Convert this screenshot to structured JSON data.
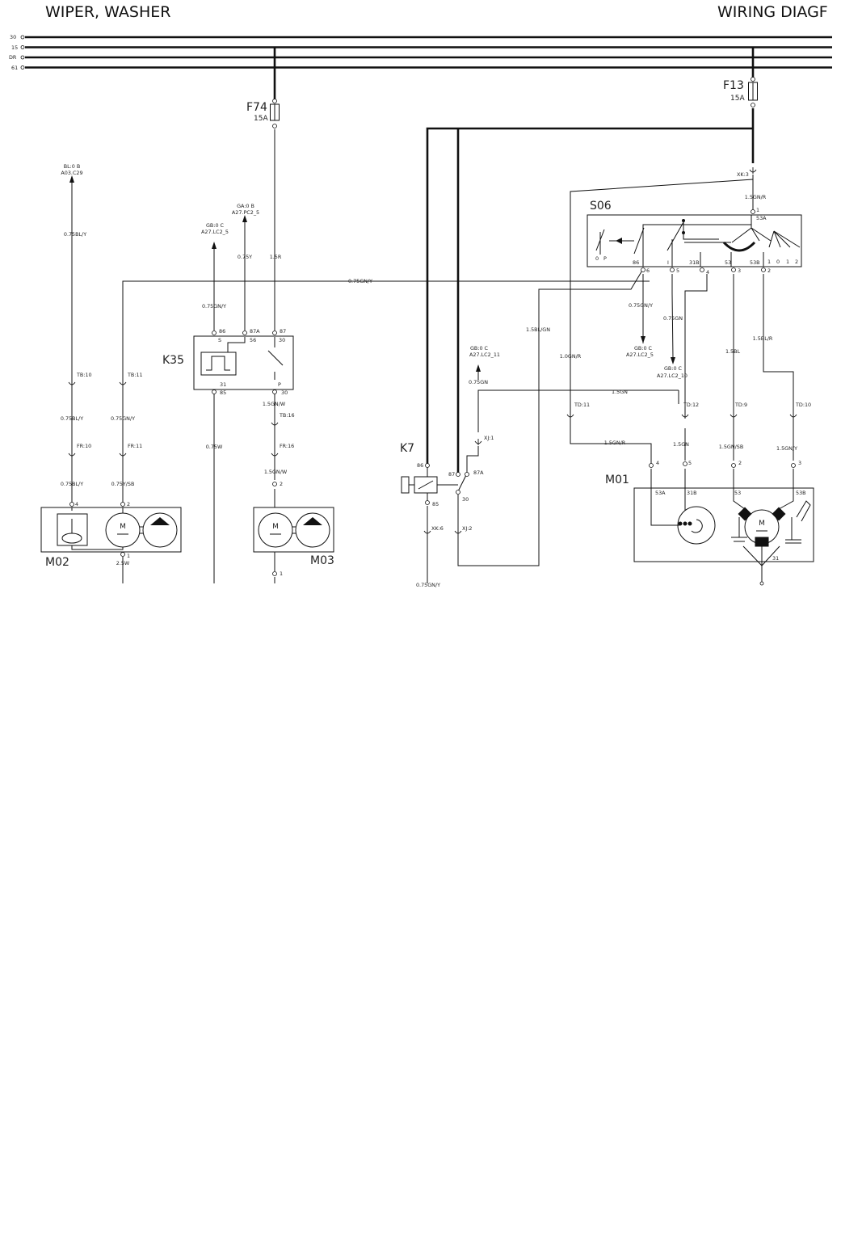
{
  "header": {
    "title_left": "WIPER, WASHER",
    "title_right": "WIRING DIAGF"
  },
  "buses": [
    "30",
    "15",
    "DR",
    "61"
  ],
  "components": {
    "f74": "F74",
    "f74_rating": "15A",
    "f13": "F13",
    "f13_rating": "15A",
    "s06": "S06",
    "k35": "K35",
    "k7": "K7",
    "m01": "M01",
    "m02": "M02",
    "m03": "M03",
    "motor_symbol": "M"
  },
  "terminals": {
    "k35_86": "86",
    "k35_87a": "87A",
    "k35_87": "87",
    "k35_s": "S",
    "k35_56": "56",
    "k35_30i": "30",
    "k35_31i": "31",
    "k35_p": "P",
    "k35_85": "85",
    "k35_30": "30",
    "k7_86": "86",
    "k7_87": "87",
    "k7_87a": "87A",
    "k7_85": "85",
    "k7_30": "30",
    "s06_1": "1",
    "s06_53a": "53A",
    "s06_86": "86",
    "s06_i": "I",
    "s06_31b": "31B",
    "s06_53": "53",
    "s06_53b": "53B",
    "s06_6": "6",
    "s06_5": "5",
    "s06_4": "4",
    "s06_3": "3",
    "s06_2": "2",
    "s06_0": "0",
    "s06_p": "P",
    "s06_r1": "1",
    "s06_r0": "0",
    "s06_r1b": "1",
    "s06_r2": "2",
    "m01_4": "4",
    "m01_5": "5",
    "m01_2": "2",
    "m01_3": "3",
    "m01_53a": "53A",
    "m01_31b": "31B",
    "m01_53": "53",
    "m01_53b": "53B",
    "m01_31": "31",
    "m02_4": "4",
    "m02_2": "2",
    "m02_1": "1",
    "m03_2": "2",
    "m03_1": "1"
  },
  "refs": {
    "bl08_1": "BL:0 B",
    "bl08_2": "A03.C29",
    "gb0c_k35_1": "GB:0 C",
    "gb0c_k35_2": "A27.LC2_5",
    "ga0b_1": "GA:0 B",
    "ga0b_2": "A27.PC2_5",
    "gb0c_k7_1": "GB:0 C",
    "gb0c_k7_2": "A27.LC2_11",
    "gb0c_s06a_1": "GB:0 C",
    "gb0c_s06a_2": "A27.LC2_5",
    "gb0c_s06b_1": "GB:0 C",
    "gb0c_s06b_2": "A27.LC2_10"
  },
  "wires": {
    "w_075bly": "0.75BL/Y",
    "w_075gny_top": "0.75GN/Y",
    "w_075gny_k35": "0.75GN/Y",
    "w_075y": "0.75Y",
    "w_15r": "1.5R",
    "w_15gnw": "1.5GN/W",
    "w_15gnw_b": "1.5GN/W",
    "w_075w": "0.75W",
    "w_075bly_b": "0.75BL/Y",
    "w_075bly_c": "0.75BL/Y",
    "w_075gny_b": "0.75GN/Y",
    "w_075ysb": "0.75Y/SB",
    "w_25w": "2.5W",
    "w_075gn_k7": "0.75GN",
    "w_15blgn": "1.5BL/GN",
    "w_10gnr": "1.0GN/R",
    "w_15gnr_top": "1.5GN/R",
    "w_075gny_s06": "0.75GN/Y",
    "w_075gn_s06": "0.75GN",
    "w_15bl": "1.5BL",
    "w_15blr": "1.5BL/R",
    "w_15gn": "1.5GN",
    "w_15gnr": "1.5GN/R",
    "w_15gn_b": "1.5GN",
    "w_15gnsb": "1.5GN/SB",
    "w_15gny": "1.5GN/Y",
    "w_bottom": "0.75GN/Y"
  },
  "connectors": {
    "tb10": "TB:10",
    "tb11": "TB:11",
    "fr10": "FR:10",
    "fr11": "FR:11",
    "tb16": "TB:16",
    "fr16": "FR:16",
    "xk3": "XK:3",
    "xj1": "XJ:1",
    "xk6": "XK:6",
    "xj2": "XJ:2",
    "td11": "TD:11",
    "td12": "TD:12",
    "td9": "TD:9",
    "td10": "TD:10"
  }
}
